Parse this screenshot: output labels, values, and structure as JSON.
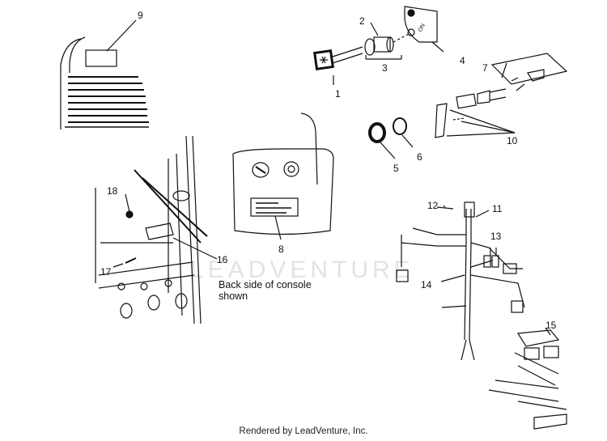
{
  "callouts": {
    "c1": "1",
    "c2": "2",
    "c3": "3",
    "c4": "4",
    "c5": "5",
    "c6": "6",
    "c7": "7",
    "c8": "8",
    "c9": "9",
    "c10": "10",
    "c11": "11",
    "c12": "12",
    "c13": "13",
    "c14": "14",
    "c15": "15",
    "c16": "16",
    "c17": "17",
    "c18": "18"
  },
  "note": {
    "line1": "Back side of console",
    "line2": "shown"
  },
  "switch_label": "ON",
  "watermark": "LEADVENTURE",
  "footer": "Rendered by LeadVenture, Inc."
}
